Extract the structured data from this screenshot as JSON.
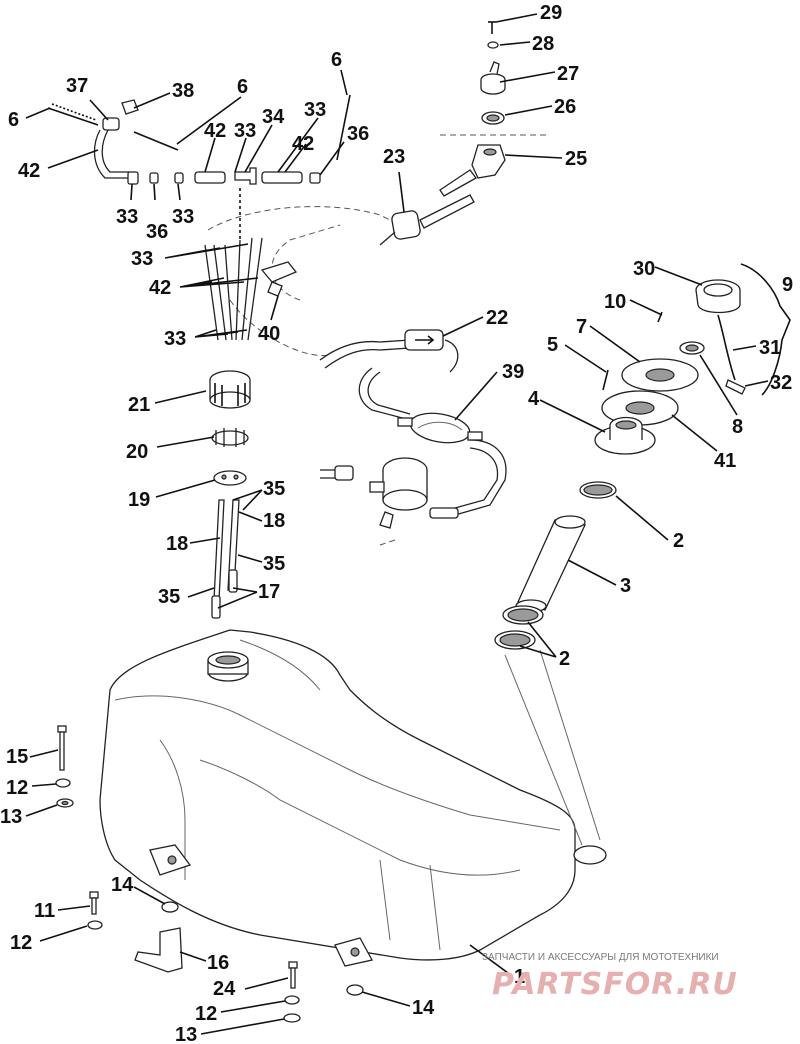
{
  "callouts": [
    {
      "text": "29",
      "name": "callout-29"
    },
    {
      "text": "28",
      "name": "callout-28"
    },
    {
      "text": "27",
      "name": "callout-27"
    },
    {
      "text": "26",
      "name": "callout-26"
    },
    {
      "text": "25",
      "name": "callout-25"
    },
    {
      "text": "23",
      "name": "callout-23"
    },
    {
      "text": "6",
      "name": "callout-6-top"
    },
    {
      "text": "6",
      "name": "callout-6-mid"
    },
    {
      "text": "6",
      "name": "callout-6-left"
    },
    {
      "text": "37",
      "name": "callout-37"
    },
    {
      "text": "38",
      "name": "callout-38"
    },
    {
      "text": "42",
      "name": "callout-42-left"
    },
    {
      "text": "42",
      "name": "callout-42-top"
    },
    {
      "text": "33",
      "name": "callout-33-top-a"
    },
    {
      "text": "34",
      "name": "callout-34"
    },
    {
      "text": "33",
      "name": "callout-33-top-b"
    },
    {
      "text": "42",
      "name": "callout-42-right"
    },
    {
      "text": "36",
      "name": "callout-36-right"
    },
    {
      "text": "33",
      "name": "callout-33-lower-a"
    },
    {
      "text": "36",
      "name": "callout-36-lower"
    },
    {
      "text": "33",
      "name": "callout-33-lower-b"
    },
    {
      "text": "33",
      "name": "callout-33-bundle-top"
    },
    {
      "text": "42",
      "name": "callout-42-bundle"
    },
    {
      "text": "33",
      "name": "callout-33-bundle-bottom"
    },
    {
      "text": "40",
      "name": "callout-40"
    },
    {
      "text": "22",
      "name": "callout-22"
    },
    {
      "text": "21",
      "name": "callout-21"
    },
    {
      "text": "39",
      "name": "callout-39"
    },
    {
      "text": "20",
      "name": "callout-20"
    },
    {
      "text": "19",
      "name": "callout-19"
    },
    {
      "text": "35",
      "name": "callout-35-top"
    },
    {
      "text": "18",
      "name": "callout-18-right"
    },
    {
      "text": "18",
      "name": "callout-18-left"
    },
    {
      "text": "35",
      "name": "callout-35-mid"
    },
    {
      "text": "35",
      "name": "callout-35-left"
    },
    {
      "text": "17",
      "name": "callout-17"
    },
    {
      "text": "30",
      "name": "callout-30"
    },
    {
      "text": "9",
      "name": "callout-9"
    },
    {
      "text": "10",
      "name": "callout-10"
    },
    {
      "text": "7",
      "name": "callout-7"
    },
    {
      "text": "31",
      "name": "callout-31"
    },
    {
      "text": "5",
      "name": "callout-5"
    },
    {
      "text": "32",
      "name": "callout-32"
    },
    {
      "text": "4",
      "name": "callout-4"
    },
    {
      "text": "8",
      "name": "callout-8"
    },
    {
      "text": "41",
      "name": "callout-41"
    },
    {
      "text": "2",
      "name": "callout-2-upper"
    },
    {
      "text": "3",
      "name": "callout-3"
    },
    {
      "text": "2",
      "name": "callout-2-lower"
    },
    {
      "text": "15",
      "name": "callout-15"
    },
    {
      "text": "12",
      "name": "callout-12-upper"
    },
    {
      "text": "13",
      "name": "callout-13-upper"
    },
    {
      "text": "14",
      "name": "callout-14-left"
    },
    {
      "text": "11",
      "name": "callout-11"
    },
    {
      "text": "12",
      "name": "callout-12-mid"
    },
    {
      "text": "16",
      "name": "callout-16"
    },
    {
      "text": "24",
      "name": "callout-24"
    },
    {
      "text": "12",
      "name": "callout-12-lower"
    },
    {
      "text": "13",
      "name": "callout-13-lower"
    },
    {
      "text": "14",
      "name": "callout-14-right"
    },
    {
      "text": "1",
      "name": "callout-1"
    }
  ],
  "watermark": {
    "tagline": "ЗАПЧАСТИ И АКСЕССУАРЫ ДЛЯ МОТОТЕХНИКИ",
    "brand": "PARTSFOR.RU"
  },
  "colors": {
    "ink": "#111111",
    "watermark_brand": "#e6b0b0",
    "watermark_text": "#7a7a7a"
  }
}
